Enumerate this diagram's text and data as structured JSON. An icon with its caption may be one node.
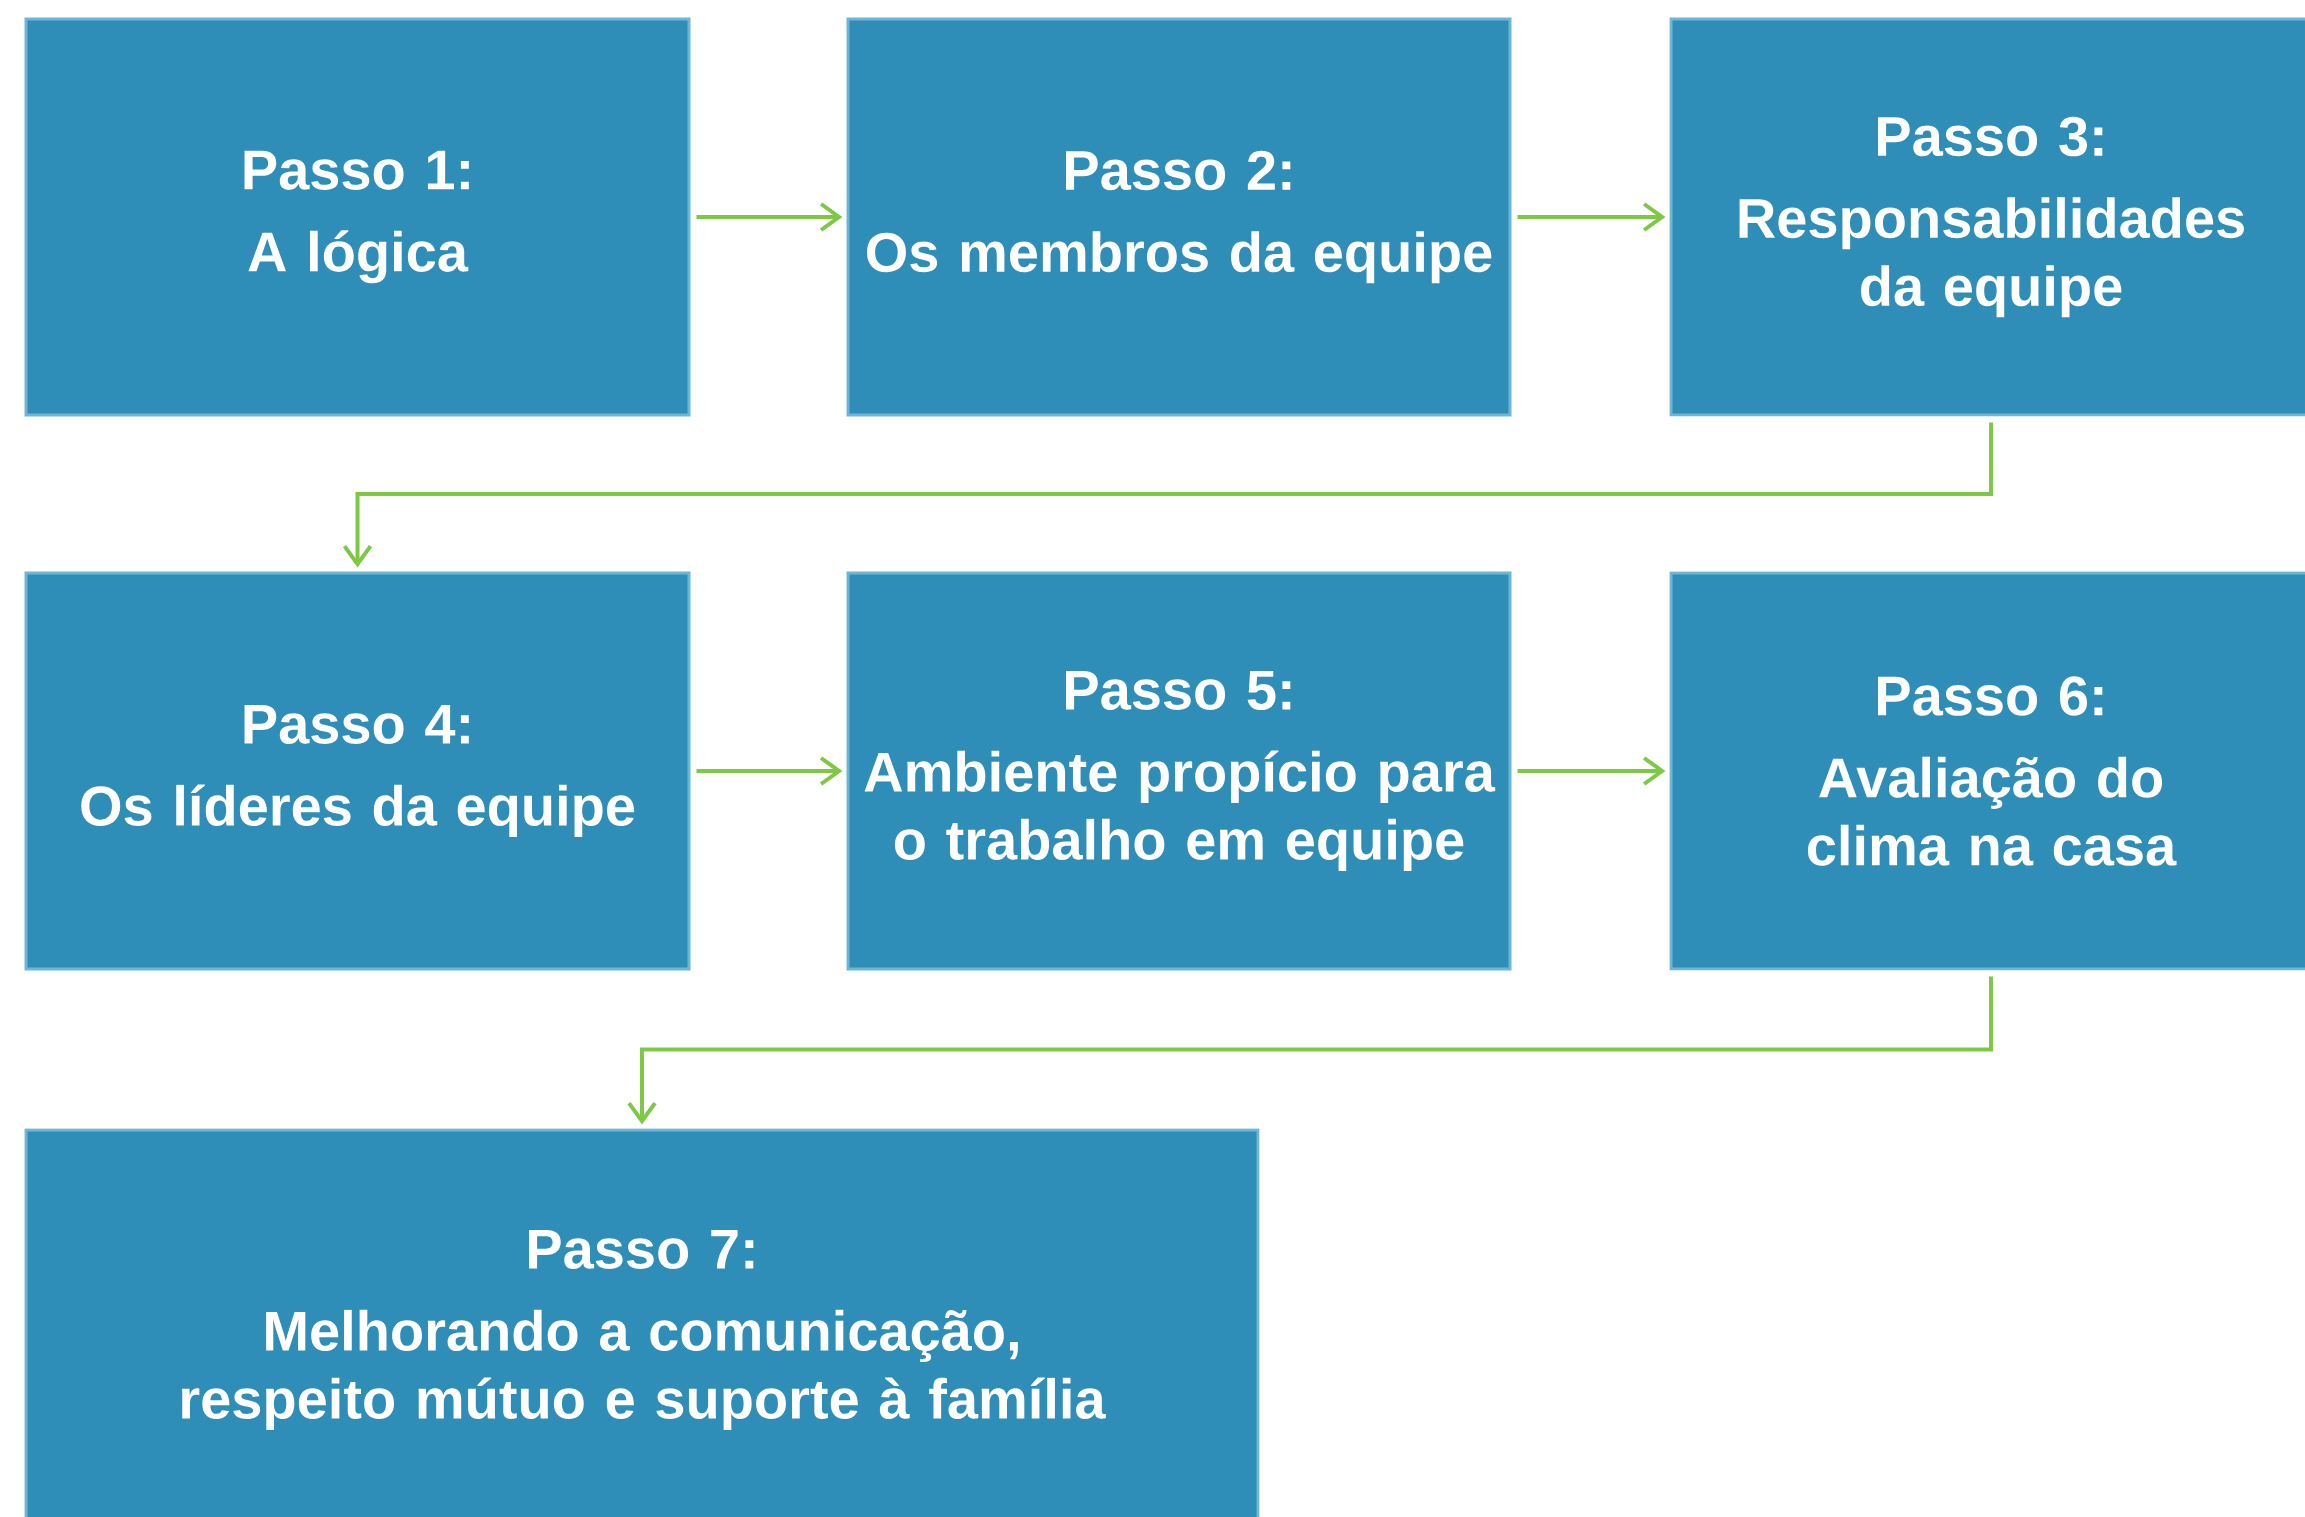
{
  "diagram": {
    "nodes": [
      {
        "text": [
          "Passo 1:",
          "A lógica"
        ]
      },
      {
        "text": [
          "Passo 2:",
          "Os membros da equipe"
        ]
      },
      {
        "text": [
          "Passo 3:",
          "Responsabilidades da equipe"
        ]
      },
      {
        "text": [
          "Passo 4:",
          "Os líderes da equipe"
        ]
      },
      {
        "text": [
          "Passo 5:",
          "Ambiente propício para o trabalho em equipe"
        ]
      },
      {
        "text": [
          "Passo 6:",
          "Avaliação do clima na casa"
        ]
      },
      {
        "text": [
          "Passo 7:",
          "Melhorando a comunicação, respeito mútuo e suporte à família"
        ]
      }
    ],
    "edges": [
      {
        "from": 0,
        "to": 1,
        "arrow": "to"
      },
      {
        "from": 1,
        "to": 2,
        "arrow": "to"
      },
      {
        "from": 2,
        "to": 3,
        "arrow": "to"
      },
      {
        "from": 3,
        "to": 4,
        "arrow": "to"
      },
      {
        "from": 4,
        "to": 5,
        "arrow": "to"
      },
      {
        "from": 5,
        "to": 6,
        "arrow": "to"
      }
    ]
  }
}
